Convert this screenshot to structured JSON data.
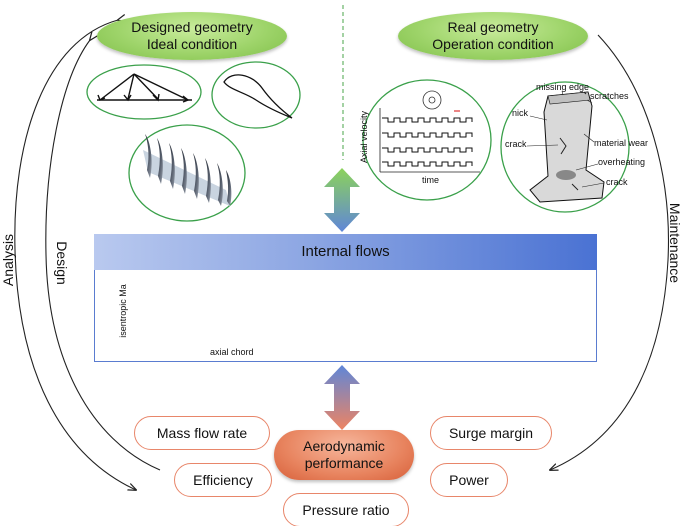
{
  "top_left": {
    "title_line1": "Designed geometry",
    "title_line2": "Ideal condition"
  },
  "top_right": {
    "title_line1": "Real geometry",
    "title_line2": "Operation condition"
  },
  "velocity_plot": {
    "ylabel": "Axial velocity",
    "xlabel": "time"
  },
  "blade_damage": {
    "missing_edge": "missing edge",
    "scratches": "scratches",
    "nick": "nick",
    "crack_upper": "crack",
    "material_wear": "material wear",
    "overheating": "overheating",
    "crack_lower": "crack"
  },
  "internal_flows": {
    "title": "Internal flows",
    "ma_plot": {
      "ylabel": "isentropic Ma",
      "xlabel": "axial chord"
    }
  },
  "side_labels": {
    "analysis": "Analysis",
    "design": "Design",
    "maintenance": "Maintenance"
  },
  "performance": {
    "center_line1": "Aerodynamic",
    "center_line2": "performance",
    "mass_flow_rate": "Mass flow rate",
    "efficiency": "Efficiency",
    "pressure_ratio": "Pressure ratio",
    "surge_margin": "Surge margin",
    "power": "Power"
  },
  "colors": {
    "green_pill": "#9ed46a",
    "circle_border": "#3aa04a",
    "blue_bar": "#4a72d3",
    "orange_pill": "#e8845f",
    "metric_border": "#e8866a"
  }
}
